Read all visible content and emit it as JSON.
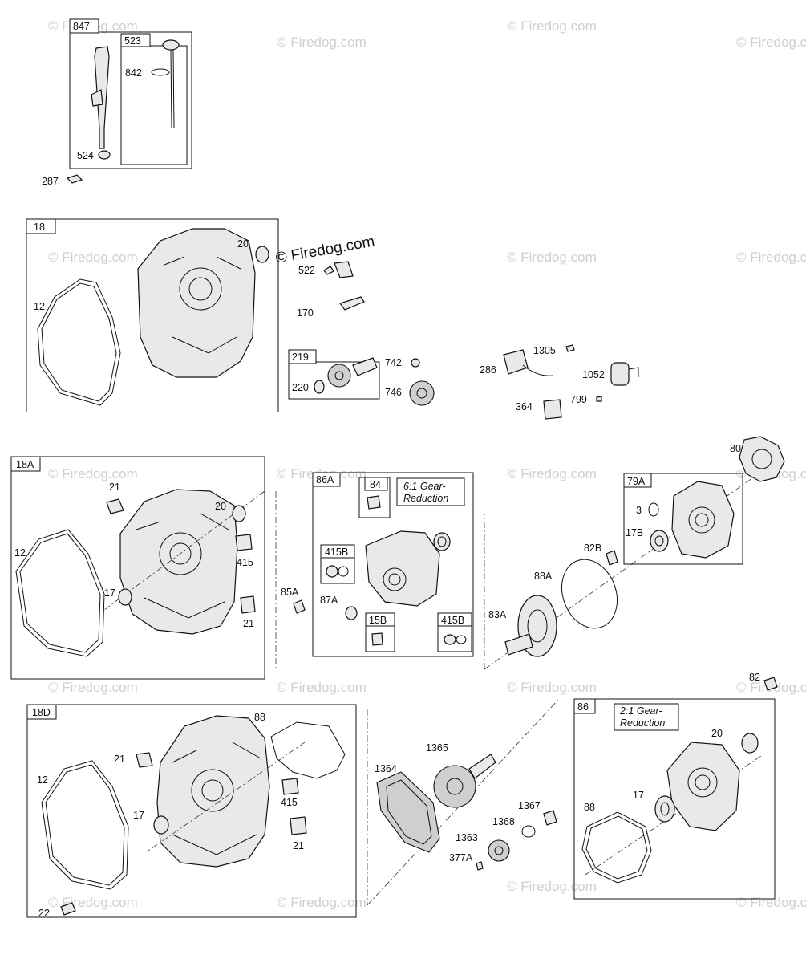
{
  "copyright": "© Firedog.com",
  "watermark": "© Firedog.com",
  "kits": {
    "k847": "847",
    "k523": "523",
    "k18": "18",
    "k219": "219",
    "k18A": "18A",
    "k86A": "86A",
    "k84": "84",
    "k415B_a": "415B",
    "k15B": "15B",
    "k415B_b": "415B",
    "k79A": "79A",
    "k18D": "18D",
    "k86": "86"
  },
  "notes": {
    "gear61_line1": "6:1  Gear-",
    "gear61_line2": "Reduction",
    "gear21_line1": "2:1  Gear-",
    "gear21_line2": "Reduction"
  },
  "parts": {
    "p842": "842",
    "p524": "524",
    "p287": "287",
    "s1_20": "20",
    "s1_12": "12",
    "p522": "522",
    "p170": "170",
    "p220": "220",
    "p742": "742",
    "p746": "746",
    "p286": "286",
    "p1305": "1305",
    "p1052": "1052",
    "p364": "364",
    "p799": "799",
    "p80": "80",
    "s2_21a": "21",
    "s2_20": "20",
    "s2_12": "12",
    "s2_415": "415",
    "s2_17": "17",
    "s2_21b": "21",
    "p85A": "85A",
    "p87A": "87A",
    "p3": "3",
    "p17B": "17B",
    "p82B": "82B",
    "p88A": "88A",
    "p83A": "83A",
    "p82": "82",
    "s3_88": "88",
    "s3_21a": "21",
    "s3_12": "12",
    "s3_17": "17",
    "s3_415": "415",
    "s3_21b": "21",
    "p22": "22",
    "p1364": "1364",
    "p1365": "1365",
    "p1367": "1367",
    "p1368": "1368",
    "p1363": "1363",
    "p377A": "377A",
    "s4_20": "20",
    "s4_17": "17",
    "s4_88": "88"
  }
}
